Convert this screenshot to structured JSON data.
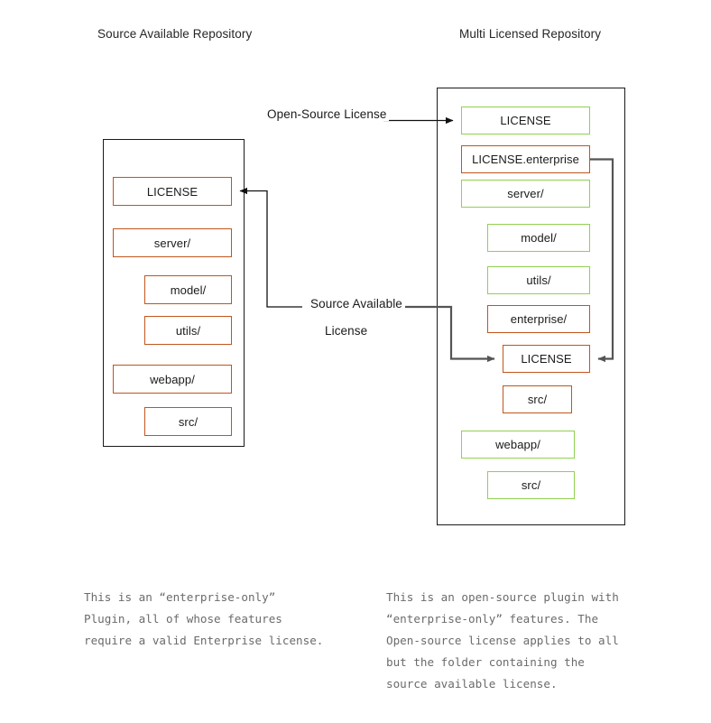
{
  "diagram": {
    "colors": {
      "enterprise_border": "#C0561B",
      "open_source_border": "#92D050",
      "container_border": "#1a1a1a",
      "wire": "#111111",
      "wire_gray": "#555555",
      "caption_text": "#6b6b6b"
    }
  },
  "left_panel": {
    "title": "Source Available Repository",
    "nodes": [
      {
        "label": "LICENSE",
        "license": "source-available",
        "indent": 0
      },
      {
        "label": "server/",
        "license": "source-available",
        "indent": 0
      },
      {
        "label": "model/",
        "license": "source-available",
        "indent": 1
      },
      {
        "label": "utils/",
        "license": "source-available",
        "indent": 1
      },
      {
        "label": "webapp/",
        "license": "source-available",
        "indent": 0
      },
      {
        "label": "src/",
        "license": "source-available",
        "indent": 1
      }
    ],
    "caption": "This is an “enterprise-only”\nPlugin, all of whose features\nrequire a valid Enterprise license."
  },
  "right_panel": {
    "title": "Multi Licensed Repository",
    "nodes": [
      {
        "label": "LICENSE",
        "license": "open-source",
        "indent": 0
      },
      {
        "label": "LICENSE.enterprise",
        "license": "source-available",
        "indent": 0
      },
      {
        "label": "server/",
        "license": "open-source",
        "indent": 0
      },
      {
        "label": "model/",
        "license": "open-source",
        "indent": 1
      },
      {
        "label": "utils/",
        "license": "open-source",
        "indent": 1
      },
      {
        "label": "enterprise/",
        "license": "source-available",
        "indent": 1
      },
      {
        "label": "LICENSE",
        "license": "source-available",
        "indent": 2
      },
      {
        "label": "src/",
        "license": "source-available",
        "indent": 2
      },
      {
        "label": "webapp/",
        "license": "open-source",
        "indent": 0
      },
      {
        "label": "src/",
        "license": "open-source",
        "indent": 1
      }
    ],
    "caption": "This is an open-source plugin with\n“enterprise-only” features. The\nOpen-source license applies to all\nbut the folder containing the\nsource available license."
  },
  "edges": {
    "open_source_label": "Open-Source License",
    "source_available_label_line1": "Source Available",
    "source_available_label_line2": "License"
  }
}
